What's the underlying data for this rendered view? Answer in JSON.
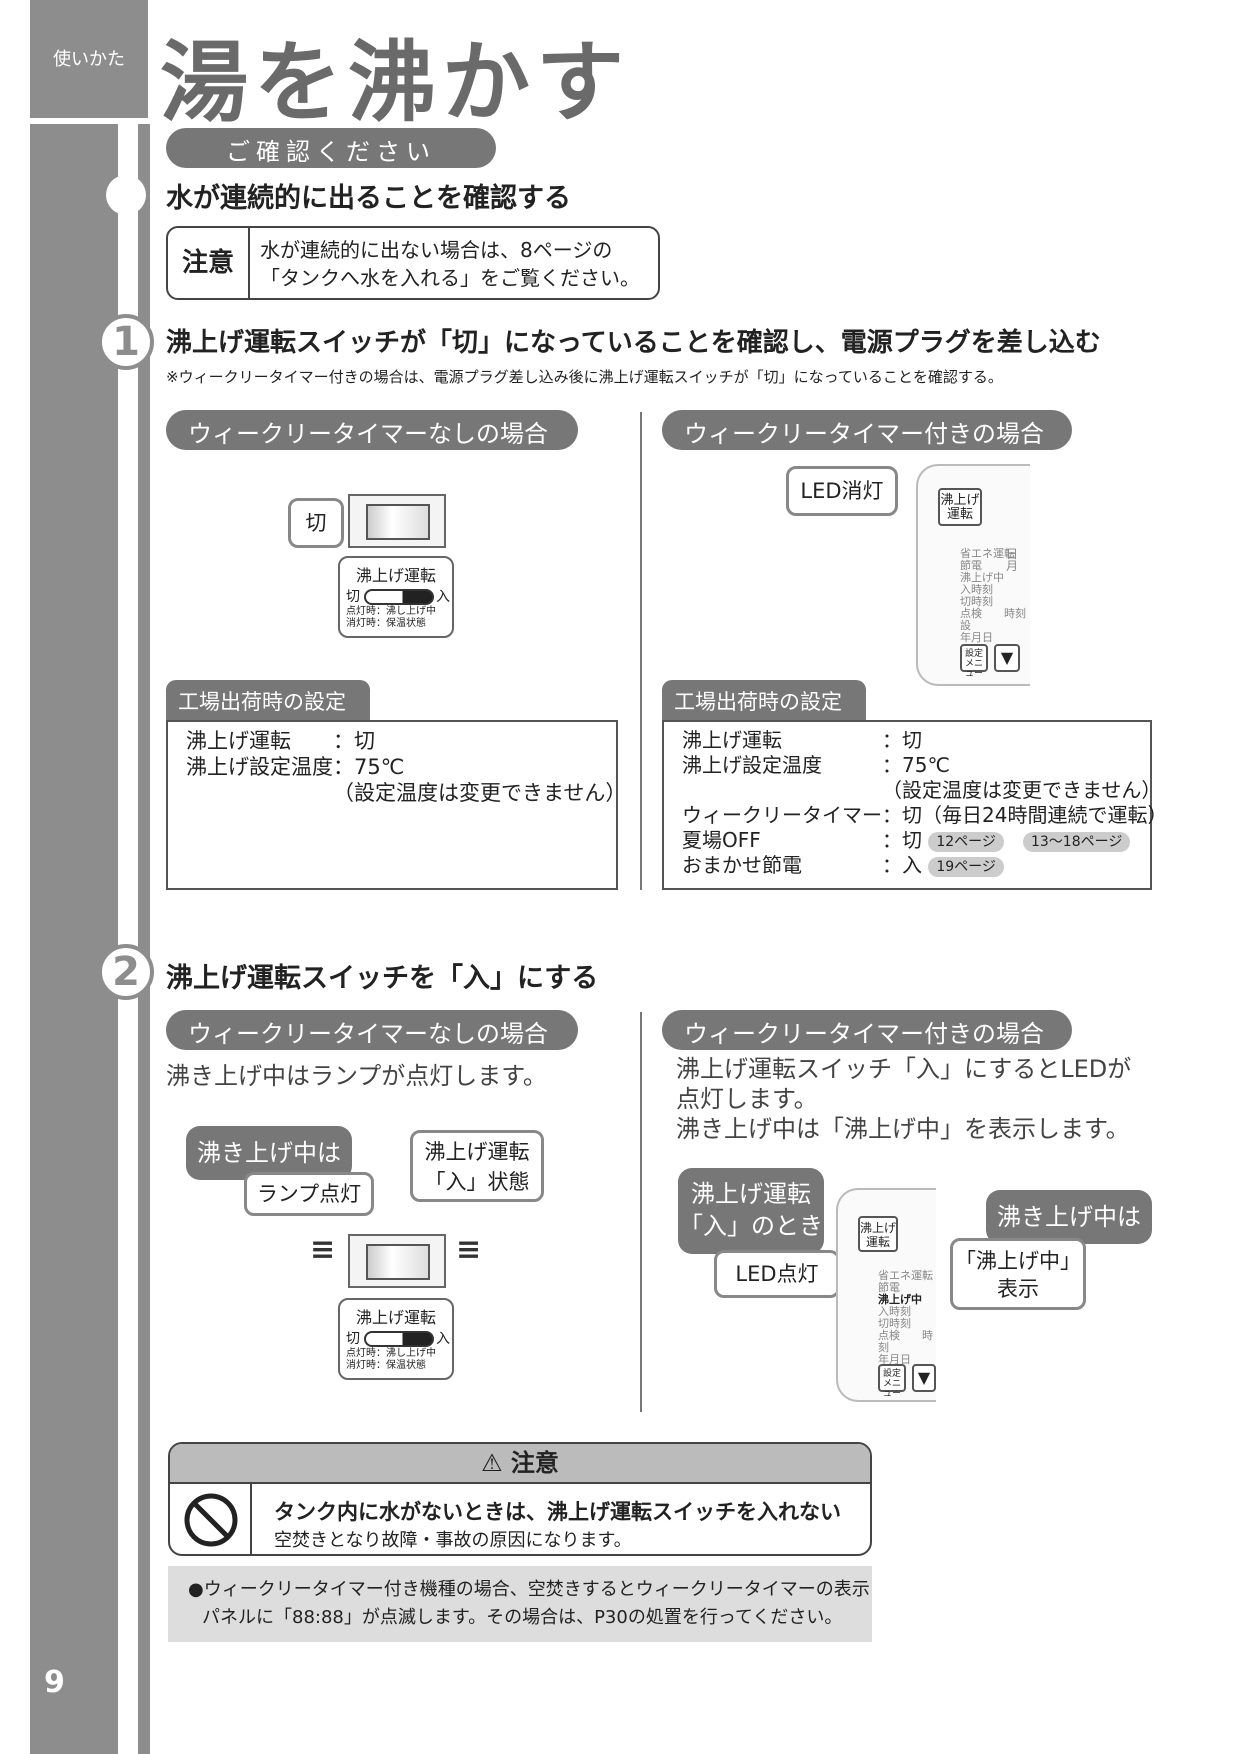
{
  "side": {
    "label": "使いかた",
    "page_number": "9"
  },
  "title": "湯を沸かす",
  "check": {
    "pill": "ご確認ください",
    "heading": "水が連続的に出ることを確認する",
    "note_label": "注意",
    "note_line1": "水が連続的に出ない場合は、8ページの",
    "note_line2": "「タンクへ水を入れる」をご覧ください。"
  },
  "step1": {
    "number": "1",
    "heading": "沸上げ運転スイッチが「切」になっていることを確認し、電源プラグを差し込む",
    "sub": "※ウィークリータイマー付きの場合は、電源プラグ差し込み後に沸上げ運転スイッチが「切」になっていることを確認する。",
    "left_pill": "ウィークリータイマーなしの場合",
    "right_pill": "ウィークリータイマー付きの場合",
    "callout_off": "切",
    "callout_led_off": "LED消灯",
    "switch_label": "沸上げ運転",
    "switch_off": "切",
    "switch_on": "入",
    "switch_note1": "点灯時：沸し上げ中",
    "switch_note2": "消灯時：保温状態",
    "led_button": "沸上げ\n運転",
    "panel_lines": [
      "省エネ運転",
      "節電",
      "沸上げ中",
      "入時刻",
      "切時刻",
      "点検　　時刻 設",
      "年月日"
    ],
    "panel_side": "日 月",
    "panel_menu": "設定\nメニュー",
    "panel_down": "▼",
    "left_tab": "工場出荷時の設定",
    "right_tab": "工場出荷時の設定",
    "left_settings": [
      {
        "k": "沸上げ運転",
        "v": "：切"
      },
      {
        "k": "沸上げ設定温度",
        "v": "：75℃"
      },
      {
        "k": "",
        "v": "（設定温度は変更できません）"
      }
    ],
    "right_settings": [
      {
        "k": "沸上げ運転",
        "v": "：切"
      },
      {
        "k": "沸上げ設定温度",
        "v": "：75℃"
      },
      {
        "k": "",
        "v": "（設定温度は変更できません）"
      },
      {
        "k": "ウィークリータイマー",
        "v": "：切（毎日24時間連続で運転）"
      },
      {
        "k": "夏場OFF",
        "v": "：切"
      },
      {
        "k": "おまかせ節電",
        "v": "：入"
      }
    ],
    "ref_12": "12ページ",
    "ref_13": "13～18ページ",
    "ref_19": "19ページ"
  },
  "step2": {
    "number": "2",
    "heading": "沸上げ運転スイッチを「入」にする",
    "left_pill": "ウィークリータイマーなしの場合",
    "right_pill": "ウィークリータイマー付きの場合",
    "left_text": "沸き上げ中はランプが点灯します。",
    "right_text1": "沸上げ運転スイッチ「入」にするとLEDが",
    "right_text2": "点灯します。",
    "right_text3": "沸き上げ中は「沸上げ中」を表示します。",
    "callout_heating": "沸き上げ中は",
    "callout_lamp": "ランプ点灯",
    "callout_on_state_1": "沸上げ運転",
    "callout_on_state_2": "「入」状態",
    "callout_when_on_1": "沸上げ運転",
    "callout_when_on_2": "「入」のとき",
    "callout_led_on": "LED点灯",
    "callout_heating_r": "沸き上げ中は",
    "callout_display_1": "「沸上げ中」",
    "callout_display_2": "表示",
    "panel_lines": [
      "省エネ運転",
      "節電",
      "沸上げ中",
      "入時刻",
      "切時刻",
      "点検　　時刻",
      "年月日"
    ]
  },
  "caution": {
    "head": "⚠ 注意",
    "line1": "タンク内に水がないときは、沸上げ運転スイッチを入れない",
    "line2": "空焚きとなり故障・事故の原因になります。"
  },
  "info": {
    "line1": "●ウィークリータイマー付き機種の場合、空焚きするとウィークリータイマーの表示",
    "line2": "パネルに「88:88」が点滅します。その場合は、P30の処置を行ってください。"
  },
  "colors": {
    "side_bar": "#8d8d8d",
    "pill": "#777777"
  }
}
